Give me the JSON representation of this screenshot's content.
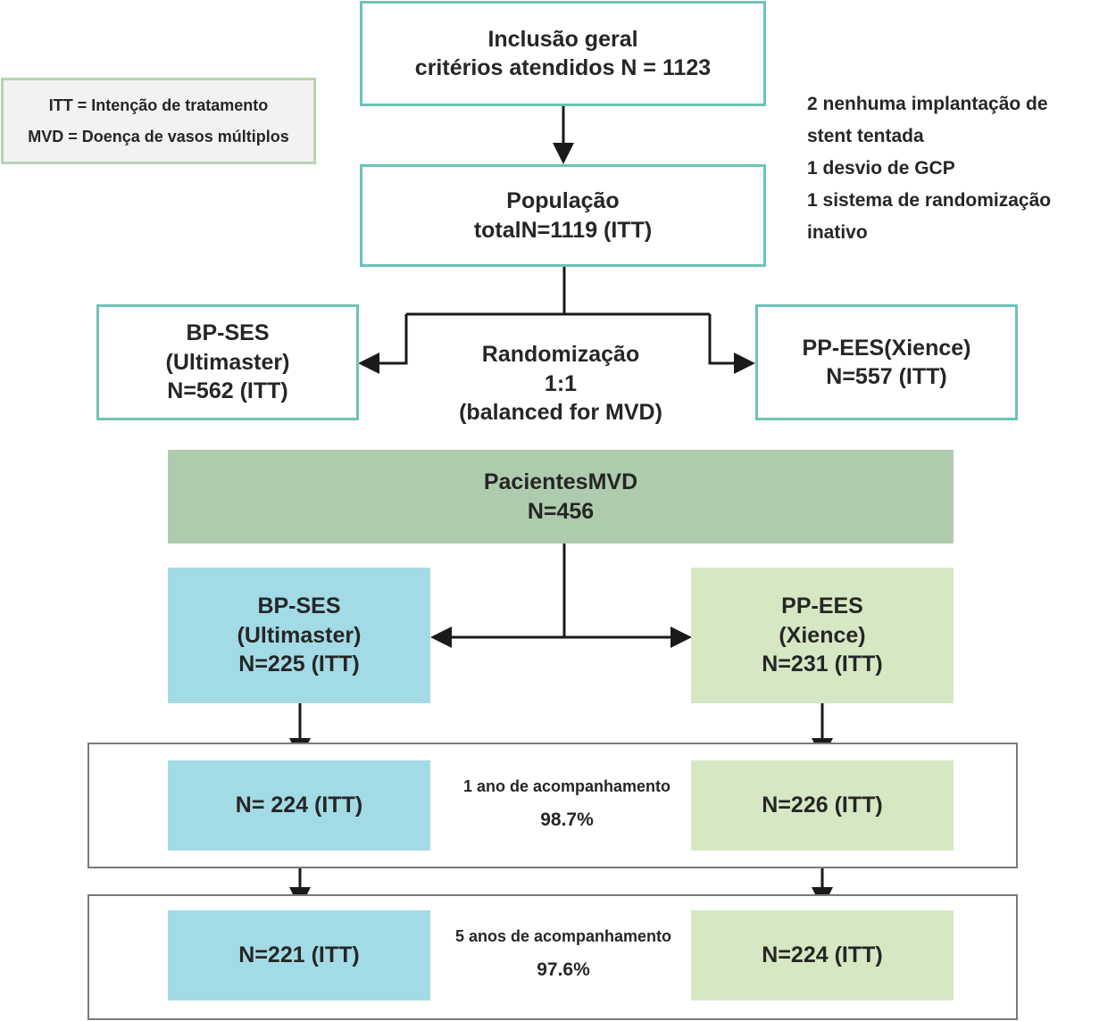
{
  "legend": {
    "itt": "ITT = Intenção de tratamento",
    "mvd": "MVD = Doença de vasos múltiplos"
  },
  "inclusion": {
    "line1": "Inclusão geral",
    "line2": "critérios atendidos N = 1123"
  },
  "exclusions": [
    "2 nenhuma implantação de",
    "stent tentada",
    "1 desvio de GCP",
    "1 sistema de randomização",
    "inativo"
  ],
  "population": {
    "line1": "População",
    "line2": "totalN=1119 (ITT)"
  },
  "randomization": {
    "line1": "Randomização",
    "line2": "1:1",
    "line3": "(balanced for MVD)"
  },
  "arm_left": {
    "line1": "BP-SES",
    "line2": "(Ultimaster)",
    "line3": "N=562 (ITT)"
  },
  "arm_right": {
    "line1": "PP-EES(Xience)",
    "line2": "N=557 (ITT)"
  },
  "mvd": {
    "line1": "PacientesMVD",
    "line2": "N=456"
  },
  "mvd_left": {
    "line1": "BP-SES",
    "line2": "(Ultimaster)",
    "line3": "N=225 (ITT)"
  },
  "mvd_right": {
    "line1": "PP-EES",
    "line2": "(Xience)",
    "line3": "N=231 (ITT)"
  },
  "followup_1y": {
    "label": "1 ano de acompanhamento",
    "rate": "98.7%",
    "left": "N= 224 (ITT)",
    "right": "N=226 (ITT)"
  },
  "followup_5y": {
    "label": "5 anos de acompanhamento",
    "rate": "97.6%",
    "left": "N=221 (ITT)",
    "right": "N=224 (ITT)"
  },
  "colors": {
    "teal_border": "#6cc3b7",
    "legend_border": "#b7d4ad",
    "mvd_band": "#afcbad",
    "blue_box": "#a2dbe6",
    "light_green_box": "#d5e8c3",
    "arrow": "#1a1a1a"
  }
}
